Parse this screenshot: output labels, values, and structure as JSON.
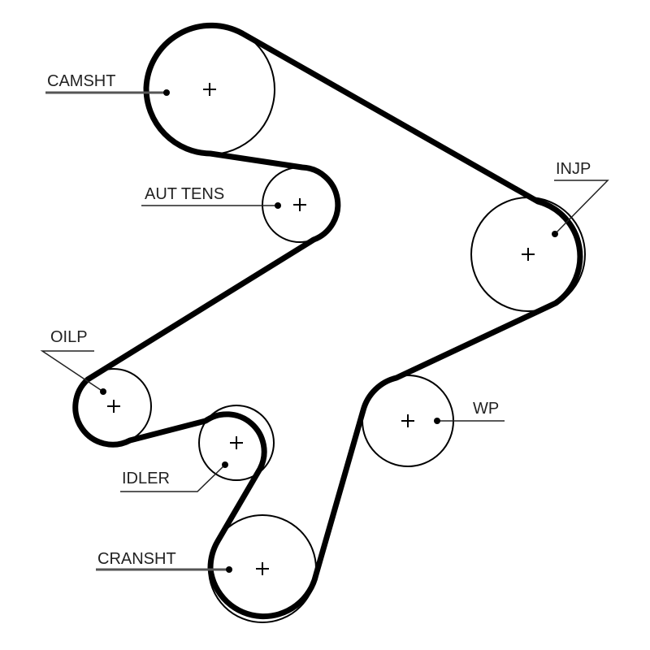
{
  "title": "Timing belt routing diagram",
  "colors": {
    "belt": "#000000",
    "pulley": "#000000",
    "label": "#222222",
    "background": "#ffffff"
  },
  "pulleys": [
    {
      "id": "camsht",
      "label": "CAMSHT"
    },
    {
      "id": "aut_tens",
      "label": "AUT TENS"
    },
    {
      "id": "injp",
      "label": "INJP"
    },
    {
      "id": "oilp",
      "label": "OILP"
    },
    {
      "id": "idler",
      "label": "IDLER"
    },
    {
      "id": "wp",
      "label": "WP"
    },
    {
      "id": "cransht",
      "label": "CRANSHT"
    }
  ]
}
